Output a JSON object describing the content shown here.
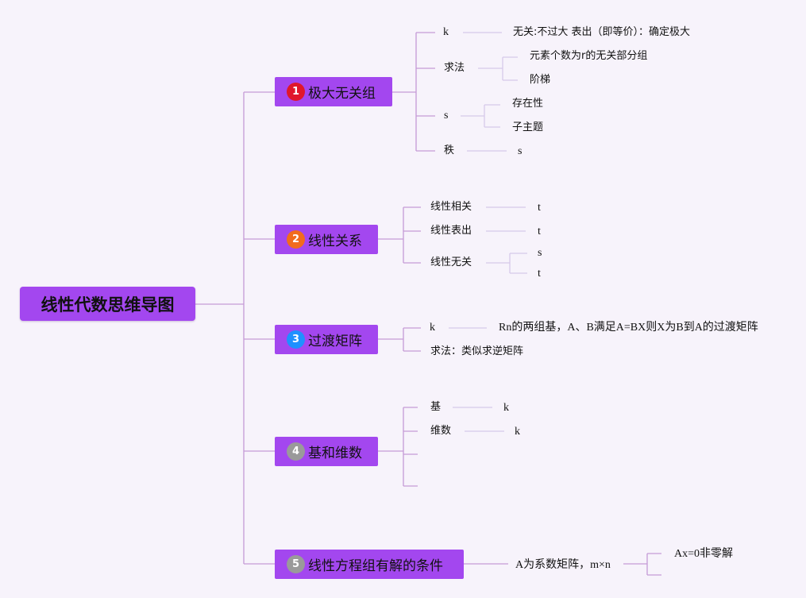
{
  "root": {
    "label": "线性代数思维导图"
  },
  "branches": [
    {
      "badge": "1",
      "badge_color": "#e0172b",
      "label": "极大无关组",
      "children": [
        {
          "label": "k",
          "detail": "无关:不过大 表出（即等价）：确定极大"
        },
        {
          "label": "求法",
          "sub": [
            "元素个数为r的无关部分组",
            "阶梯"
          ]
        },
        {
          "label": "s",
          "sub": [
            "存在性",
            "子主题"
          ]
        },
        {
          "label": "秩",
          "detail": "s"
        }
      ]
    },
    {
      "badge": "2",
      "badge_color": "#f26b1d",
      "label": "线性关系",
      "children": [
        {
          "label": "线性相关",
          "detail": "t"
        },
        {
          "label": "线性表出",
          "detail": "t"
        },
        {
          "label": "线性无关",
          "sub": [
            "s",
            "t"
          ]
        }
      ]
    },
    {
      "badge": "3",
      "badge_color": "#1e90ff",
      "label": "过渡矩阵",
      "children": [
        {
          "label": "k",
          "detail": "Rn的两组基，A、B满足A=BX则X为B到A的过渡矩阵"
        },
        {
          "label": "求法：类似求逆矩阵"
        }
      ]
    },
    {
      "badge": "4",
      "badge_color": "#9a9a9a",
      "label": "基和维数",
      "children": [
        {
          "label": "基",
          "detail": "k"
        },
        {
          "label": "维数",
          "detail": "k"
        },
        {
          "label": ""
        },
        {
          "label": ""
        }
      ]
    },
    {
      "badge": "5",
      "badge_color": "#9a9a9a",
      "label": "线性方程组有解的条件",
      "children": [
        {
          "label": "A为系数矩阵，m×n",
          "sub": [
            "Ax=0非零解",
            ""
          ]
        }
      ]
    }
  ],
  "colors": {
    "node": "#a347ef",
    "line_main": "#c59ad6",
    "line_leaf": "#d6c9ea",
    "background": "#f7f3fb"
  }
}
